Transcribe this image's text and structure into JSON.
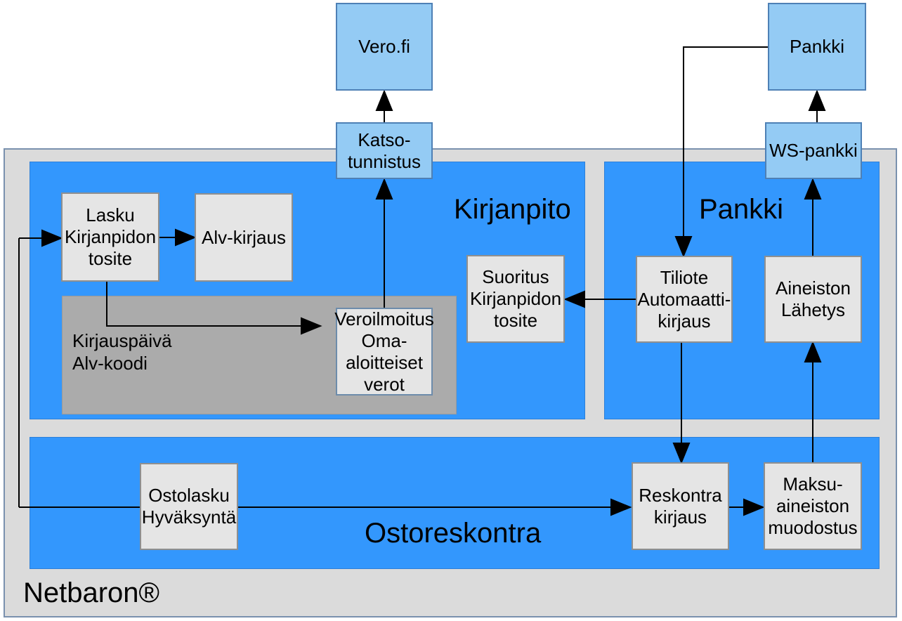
{
  "diagram": {
    "platform": {
      "label": "Netbaron®"
    },
    "external_systems": [
      {
        "id": "vero-fi",
        "label": "Vero.fi"
      },
      {
        "id": "katso-tunnistus",
        "label": "Katso-\ntunnistus"
      },
      {
        "id": "pankki",
        "label": "Pankki"
      },
      {
        "id": "ws-pankki",
        "label": "WS-pankki"
      }
    ],
    "regions": [
      {
        "id": "kirjanpito",
        "label": "Kirjanpito"
      },
      {
        "id": "pankki",
        "label": "Pankki"
      },
      {
        "id": "ostoreskontra",
        "label": "Ostoreskontra"
      }
    ],
    "subregion": {
      "label": "Kirjauspäivä\nAlv-koodi"
    },
    "nodes": [
      {
        "id": "lasku-kirjanpidon-tosite",
        "label": "Lasku\nKirjanpidon\ntosite"
      },
      {
        "id": "alv-kirjaus",
        "label": "Alv-kirjaus"
      },
      {
        "id": "veroilmoitus-oma-aloitteiset-verot",
        "label": "Veroilmoitus\nOma-aloitteiset\nverot"
      },
      {
        "id": "suoritus-kirjanpidon-tosite",
        "label": "Suoritus\nKirjanpidon\ntosite"
      },
      {
        "id": "tiliote-automaattikirjaus",
        "label": "Tiliote\nAutomaatti-\nkirjaus"
      },
      {
        "id": "aineiston-lahetys",
        "label": "Aineiston\nLähetys"
      },
      {
        "id": "ostolasku-hyvaksynta",
        "label": "Ostolasku\nHyväksyntä"
      },
      {
        "id": "reskontra-kirjaus",
        "label": "Reskontra\nkirjaus"
      },
      {
        "id": "maksuaineiston-muodostus",
        "label": "Maksu-\naineiston\nmuodostus"
      }
    ],
    "connectors": [
      {
        "from": "katso-tunnistus",
        "to": "vero-fi"
      },
      {
        "from": "veroilmoitus-oma-aloitteiset-verot",
        "to": "katso-tunnistus"
      },
      {
        "from": "ws-pankki",
        "to": "pankki"
      },
      {
        "from": "aineiston-lahetys",
        "to": "ws-pankki"
      },
      {
        "from": "pankki",
        "to": "tiliote-automaattikirjaus"
      },
      {
        "from": "tiliote-automaattikirjaus",
        "to": "suoritus-kirjanpidon-tosite"
      },
      {
        "from": "tiliote-automaattikirjaus",
        "to": "reskontra-kirjaus"
      },
      {
        "from": "maksuaineiston-muodostus",
        "to": "aineiston-lahetys"
      },
      {
        "from": "reskontra-kirjaus",
        "to": "maksuaineiston-muodostus"
      },
      {
        "from": "ostolasku-hyvaksynta",
        "to": "reskontra-kirjaus"
      },
      {
        "from": "ostolasku-hyvaksynta",
        "to": "lasku-kirjanpidon-tosite"
      },
      {
        "from": "lasku-kirjanpidon-tosite",
        "to": "alv-kirjaus"
      },
      {
        "from": "lasku-kirjanpidon-tosite",
        "to": "veroilmoitus-oma-aloitteiset-verot"
      }
    ],
    "colors": {
      "region_blue": "#3397fd",
      "external_box_fill": "#94cbf4",
      "external_box_border": "#4e80b5",
      "node_fill": "#e5e5e5",
      "node_border": "#8f8f8f",
      "container_fill": "#dbdbdb",
      "container_border": "#7a91ae",
      "subregion_fill": "#ababab",
      "connector_black": "#000000"
    }
  }
}
